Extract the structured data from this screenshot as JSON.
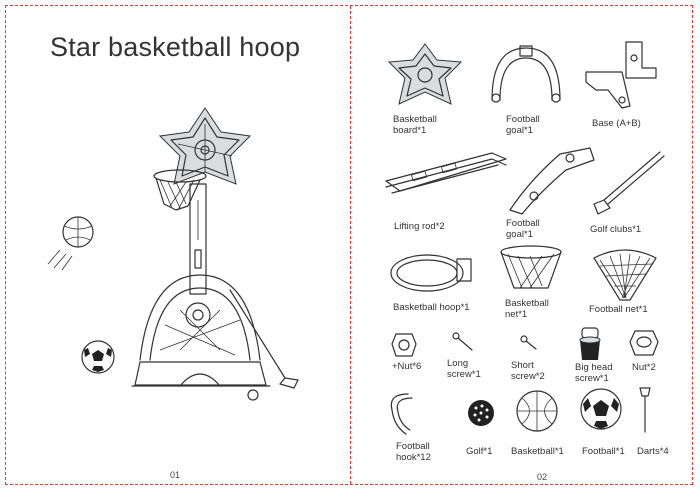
{
  "title": "Star basketball hoop",
  "page_left": "01",
  "page_right": "02",
  "parts": [
    {
      "id": "basketball-board",
      "label": "Basketball\nboard*1"
    },
    {
      "id": "football-goal-1",
      "label": "Football\ngoal*1"
    },
    {
      "id": "base",
      "label": "Base (A+B)"
    },
    {
      "id": "lifting-rod",
      "label": "Lifting rod*2"
    },
    {
      "id": "football-goal-2",
      "label": "Football\ngoal*1"
    },
    {
      "id": "golf-clubs",
      "label": "Golf clubs*1"
    },
    {
      "id": "basketball-hoop",
      "label": "Basketball hoop*1"
    },
    {
      "id": "basketball-net",
      "label": "Basketball\nnet*1"
    },
    {
      "id": "football-net",
      "label": "Football net*1"
    },
    {
      "id": "nut",
      "label": "+Nut*6"
    },
    {
      "id": "long-screw",
      "label": "Long\nscrew*1"
    },
    {
      "id": "short-screw",
      "label": "Short\nscrew*2"
    },
    {
      "id": "big-head-screw",
      "label": "Big head\nscrew*1"
    },
    {
      "id": "nut-2",
      "label": "Nut*2"
    },
    {
      "id": "football-hook",
      "label": "Football\nhook*12"
    },
    {
      "id": "golf",
      "label": "Golf*1"
    },
    {
      "id": "basketball",
      "label": "Basketball*1"
    },
    {
      "id": "football",
      "label": "Football*1"
    },
    {
      "id": "darts",
      "label": "Darts*4"
    }
  ],
  "colors": {
    "border": "#e03a3a",
    "line": "#333333",
    "board_fill": "#d9dde0"
  }
}
